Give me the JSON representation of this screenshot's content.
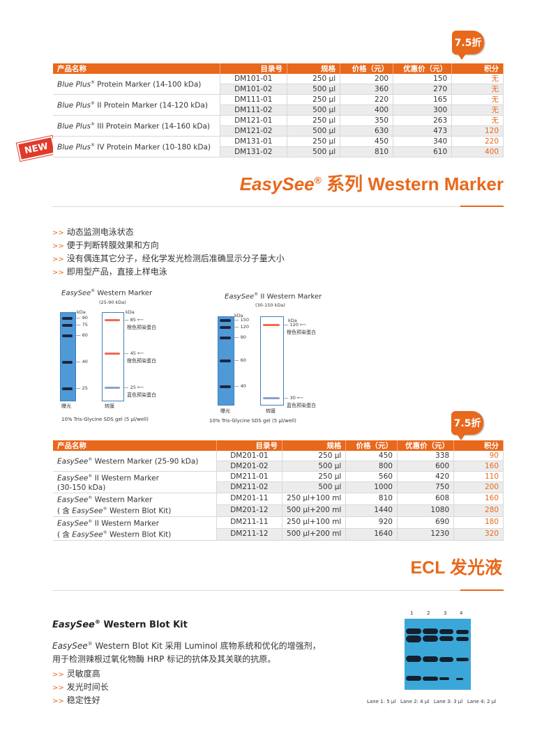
{
  "badges": {
    "discount": "7.5折",
    "new": "NEW"
  },
  "table1": {
    "headers": [
      "产品名称",
      "目录号",
      "规格",
      "价格（元）",
      "优惠价（元）",
      "积分"
    ],
    "products": [
      {
        "brand": "Blue Plus",
        "reg": "®",
        "rest": " Protein Marker (14-100 kDa)",
        "rows": [
          [
            "DM101-01",
            "250 μl",
            "200",
            "150",
            "无"
          ],
          [
            "DM101-02",
            "500 μl",
            "360",
            "270",
            "无"
          ]
        ]
      },
      {
        "brand": "Blue Plus",
        "reg": "®",
        "rest": " II Protein Marker (14-120 kDa)",
        "rows": [
          [
            "DM111-01",
            "250 μl",
            "220",
            "165",
            "无"
          ],
          [
            "DM111-02",
            "500 μl",
            "400",
            "300",
            "无"
          ]
        ]
      },
      {
        "brand": "Blue Plus",
        "reg": "®",
        "rest": " III Protein Marker (14-160 kDa)",
        "rows": [
          [
            "DM121-01",
            "250 μl",
            "350",
            "263",
            "无"
          ],
          [
            "DM121-02",
            "500 μl",
            "630",
            "473",
            "120"
          ]
        ]
      },
      {
        "brand": "Blue Plus",
        "reg": "®",
        "rest": " IV Protein Marker (10-180 kDa)",
        "rows": [
          [
            "DM131-01",
            "250 μl",
            "450",
            "340",
            "220"
          ],
          [
            "DM131-02",
            "500 μl",
            "810",
            "610",
            "400"
          ]
        ]
      }
    ]
  },
  "section1": {
    "title_brand": "EasySee",
    "title_reg": "®",
    "title_rest": " 系列 Western Marker",
    "bullets": [
      "动态监测电泳状态",
      "便于判断转膜效果和方向",
      "没有偶连其它分子，经化学发光检测后准确显示分子量大小",
      "即用型产品，直接上样电泳"
    ],
    "arrow": ">>"
  },
  "gel1": {
    "title_brand": "EasySee",
    "title_reg": "®",
    "title_rest": " Western Marker",
    "range": "(25-90 kDa)",
    "unit": "kDa",
    "ladder_ticks": [
      "90",
      "75",
      "60",
      "40",
      "25"
    ],
    "transfer_ticks": [
      "85",
      "45",
      "25"
    ],
    "ann_orange": "橙色预染蛋白",
    "ann_blue": "蓝色预染蛋白",
    "lane_labels": [
      "曝光",
      "转膜"
    ],
    "caption": "10% Tris-Glycine SDS gel (5 μl/well)"
  },
  "gel2": {
    "title_brand": "EasySee",
    "title_reg": "®",
    "title_rest": " II Western Marker",
    "range": "(30-150 kDa)",
    "unit": "kDa",
    "ladder_ticks": [
      "150",
      "120",
      "90",
      "60",
      "40"
    ],
    "transfer_ticks": [
      "120",
      "30"
    ],
    "ann_orange": "橙色预染蛋白",
    "ann_blue": "蓝色预染蛋白",
    "lane_labels": [
      "曝光",
      "转膜"
    ],
    "caption": "10% Tris-Glycine SDS gel (5 μl/well)"
  },
  "table2": {
    "headers": [
      "产品名称",
      "目录号",
      "规格",
      "价格（元）",
      "优惠价（元）",
      "积分"
    ],
    "products": [
      {
        "line1_brand": "EasySee",
        "line1_reg": "®",
        "line1_rest": " Western Marker (25-90 kDa)",
        "line2": "",
        "rows": [
          [
            "DM201-01",
            "250 μl",
            "450",
            "338",
            "90"
          ],
          [
            "DM201-02",
            "500 μl",
            "800",
            "600",
            "160"
          ]
        ]
      },
      {
        "line1_brand": "EasySee",
        "line1_reg": "®",
        "line1_rest": " II Western Marker",
        "line2": "(30-150 kDa)",
        "rows": [
          [
            "DM211-01",
            "250 μl",
            "560",
            "420",
            "110"
          ],
          [
            "DM211-02",
            "500 μl",
            "1000",
            "750",
            "200"
          ]
        ]
      },
      {
        "line1_brand": "EasySee",
        "line1_reg": "®",
        "line1_rest": " Western Marker",
        "line2": "( 含 EasySee® Western Blot Kit)",
        "rows": [
          [
            "DM201-11",
            "250 μl+100 ml",
            "810",
            "608",
            "160"
          ],
          [
            "DM201-12",
            "500 μl+200 ml",
            "1440",
            "1080",
            "280"
          ]
        ]
      },
      {
        "line1_brand": "EasySee",
        "line1_reg": "®",
        "line1_rest": " II Western Marker",
        "line2": "( 含 EasySee® Western Blot Kit)",
        "rows": [
          [
            "DM211-11",
            "250 μl+100 ml",
            "920",
            "690",
            "180"
          ],
          [
            "DM211-12",
            "500 μl+200 ml",
            "1640",
            "1230",
            "320"
          ]
        ]
      }
    ]
  },
  "section2": {
    "title": "ECL 发光液",
    "kit_brand": "EasySee",
    "kit_reg": "®",
    "kit_rest": " Western Blot Kit",
    "desc1_brand": "EasySee",
    "desc1_reg": "®",
    "desc1_rest": " Western Blot Kit 采用 Luminol 底物系统和优化的增强剂，",
    "desc2": "用于检测辣根过氧化物酶 HRP 标记的抗体及其关联的抗原。",
    "bullets": [
      "灵敏度高",
      "发光时间长",
      "稳定性好"
    ],
    "arrow": ">>",
    "lane_numbers": [
      "1",
      "2",
      "3",
      "4"
    ],
    "lane_caption": "Lane 1: 5 μl   Lane 2: 4 μl   Lane 3: 3 μl   Lane 4: 2 μl"
  },
  "colors": {
    "accent": "#e8681c",
    "gel_blue": "#4f99d6"
  }
}
